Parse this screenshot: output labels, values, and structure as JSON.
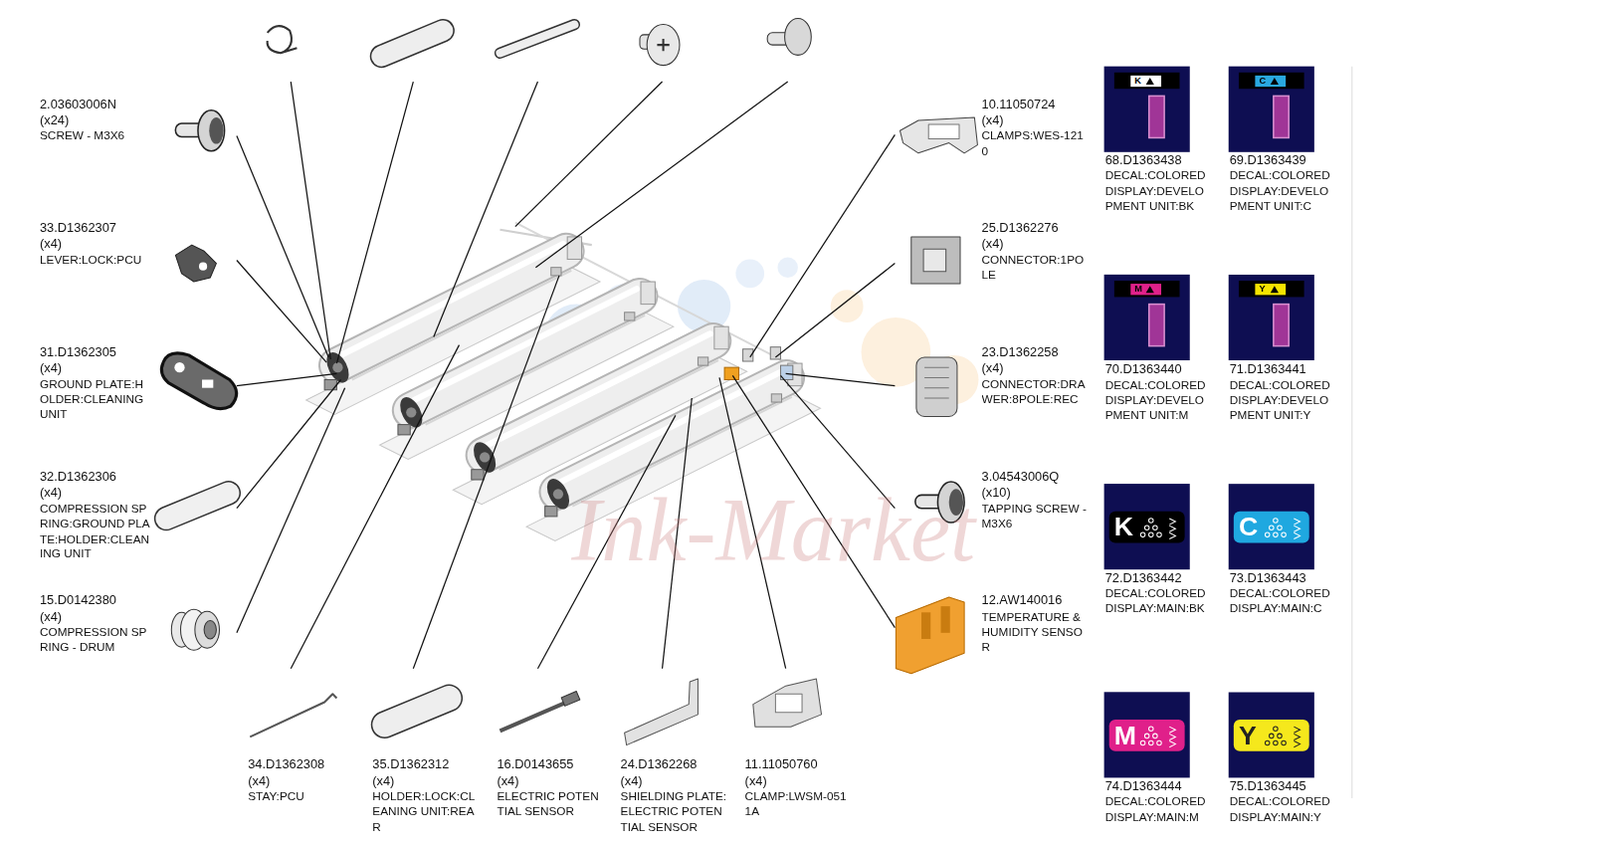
{
  "diagram": {
    "nodes": [
      {
        "text": [
          "K"
        ]
      },
      {
        "text": [
          "C"
        ]
      },
      {
        "text": [
          "M"
        ]
      },
      {
        "text": [
          "Y"
        ]
      },
      {
        "text": [
          "K"
        ]
      },
      {
        "text": [
          "C"
        ]
      },
      {
        "text": [
          "M"
        ]
      },
      {
        "text": [
          "Y"
        ]
      }
    ],
    "labels": [
      "2.03603006N",
      "(x24)",
      "SCREW - M3X6",
      "33.D1362307",
      "(x4)",
      "LEVER:LOCK:PCU",
      "31.D1362305",
      "(x4)",
      "GROUND PLATE:HOLDER:CLEANING UNIT",
      "32.D1362306",
      "(x4)",
      "COMPRESSION SPRING:GROUND PLATE:HOLDER:CLEANING UNIT",
      "15.D0142380",
      "(x4)",
      "COMPRESSION SPRING - DRUM",
      "34.D1362308",
      "(x4)",
      "STAY:PCU",
      "35.D1362312",
      "(x4)",
      "HOLDER:LOCK:CLEANING UNIT:REAR",
      "16.D0143655",
      "(x4)",
      "ELECTRIC POTENTIAL SENSOR",
      "24.D1362268",
      "(x4)",
      "SHIELDING PLATE: ELECTRIC POTENTIAL SENSOR",
      "11.11050760",
      "(x4)",
      "CLAMP:LWSM-0511A",
      "10.11050724",
      "(x4)",
      "CLAMPS:WES-1210",
      "25.D1362276",
      "(x4)",
      "CONNECTOR:1POLE",
      "23.D1362258",
      "(x4)",
      "CONNECTOR:DRAWER:8POLE:REC",
      "3.04543006Q",
      "(x10)",
      "TAPPING SCREW - M3X6",
      "12.AW140016",
      "TEMPERATURE & HUMIDITY SENSOR",
      "68.D1363438",
      "DECAL:COLORED DISPLAY:DEVELOPMENT UNIT:BK",
      "69.D1363439",
      "DECAL:COLORED DISPLAY:DEVELOPMENT UNIT:C",
      "70.D1363440",
      "DECAL:COLORED DISPLAY:DEVELOPMENT UNIT:M",
      "71.D1363441",
      "DECAL:COLORED DISPLAY:DEVELOPMENT UNIT:Y",
      "72.D1363442",
      "DECAL:COLORED DISPLAY:MAIN:BK",
      "73.D1363443",
      "DECAL:COLORED DISPLAY:MAIN:C",
      "74.D1363444",
      "DECAL:COLORED DISPLAY:MAIN:M",
      "75.D1363445",
      "DECAL:COLORED DISPLAY:MAIN:Y",
      "Ink-Market"
    ]
  }
}
